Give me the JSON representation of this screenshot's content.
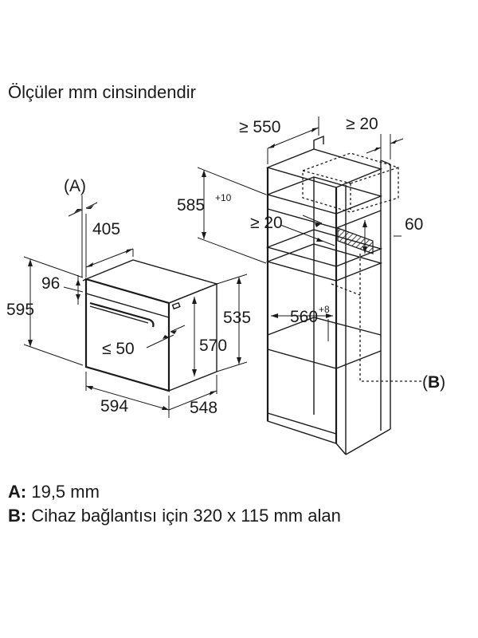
{
  "heading": "Ölçüler mm cinsindendir",
  "dimensions": {
    "oven_width": "594",
    "oven_depth": "548",
    "oven_height": "595",
    "oven_inner_height": "535",
    "oven_inner_depth": "570",
    "oven_top_offset": "96",
    "oven_front_width": "405",
    "oven_panel_gap": "≤ 50",
    "cabinet_depth": "≥ 550",
    "cabinet_top_gap": "≥ 20",
    "cabinet_vent_gap": "≥ 20",
    "cabinet_vent_height": "60",
    "niche_height": "585",
    "niche_height_tol": "+10",
    "niche_width": "560",
    "niche_width_tol": "+8"
  },
  "markers": {
    "a_label": "(A)",
    "b_label": "(B)"
  },
  "legend": {
    "a_key": "A:",
    "a_text": "19,5 mm",
    "b_key": "B:",
    "b_text": "Cihaz bağlantısı için 320 x 115 mm alan"
  }
}
